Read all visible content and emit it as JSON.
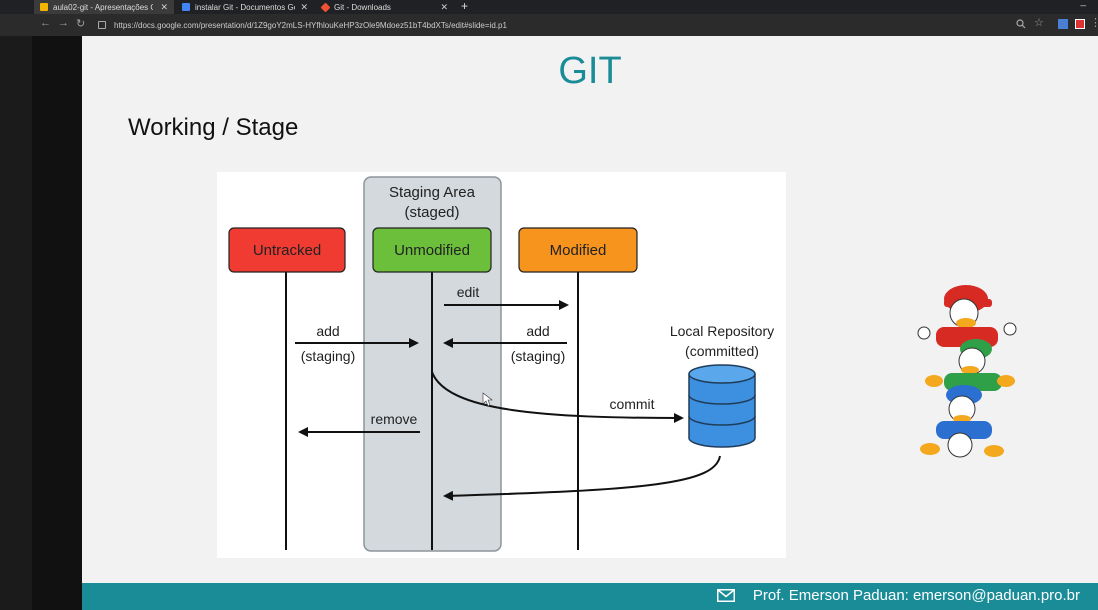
{
  "browser": {
    "tabs": [
      {
        "title": "aula02-git - Apresentações Goog",
        "favicon_color": "#f4b400",
        "active": true
      },
      {
        "title": "instalar Git - Documentos Googl",
        "favicon_color": "#4285f4",
        "active": false
      },
      {
        "title": "Git - Downloads",
        "favicon_color": "#f05133",
        "active": false
      }
    ],
    "url": "https://docs.google.com/presentation/d/1Z9goY2mLS-HYfhlouKeHP3zOle9Mdoez51bT4bdXTs/edit#slide=id.p1"
  },
  "slide": {
    "title": "GIT",
    "subtitle": "Working / Stage",
    "footer": "Prof. Emerson Paduan: emerson@paduan.pro.br",
    "accent_color": "#1a8c98"
  },
  "diagram": {
    "staging_area_label_1": "Staging Area",
    "staging_area_label_2": "(staged)",
    "states": [
      {
        "label": "Untracked",
        "color": "#ef3b32"
      },
      {
        "label": "Unmodified",
        "color": "#6cbf3a"
      },
      {
        "label": "Modified",
        "color": "#f7941d"
      }
    ],
    "repository_label_1": "Local Repository",
    "repository_label_2": "(committed)",
    "arrows": {
      "edit": "edit",
      "add_left": "add",
      "add_left_sub": "(staging)",
      "add_right": "add",
      "add_right_sub": "(staging)",
      "remove": "remove",
      "commit": "commit"
    }
  }
}
